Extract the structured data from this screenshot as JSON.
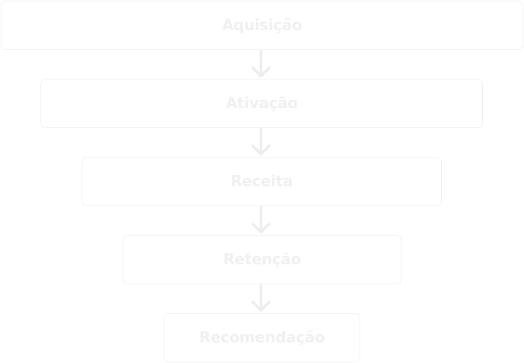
{
  "funnel": {
    "stages": [
      {
        "label": "Aquisição"
      },
      {
        "label": "Ativação"
      },
      {
        "label": "Receita"
      },
      {
        "label": "Retenção"
      },
      {
        "label": "Recomendação"
      }
    ],
    "arrow_icon": "arrow-down-icon",
    "colors": {
      "border": "#efefef",
      "text": "#f0f0f0",
      "arrow": "#ededed",
      "background": "#ffffff"
    }
  }
}
